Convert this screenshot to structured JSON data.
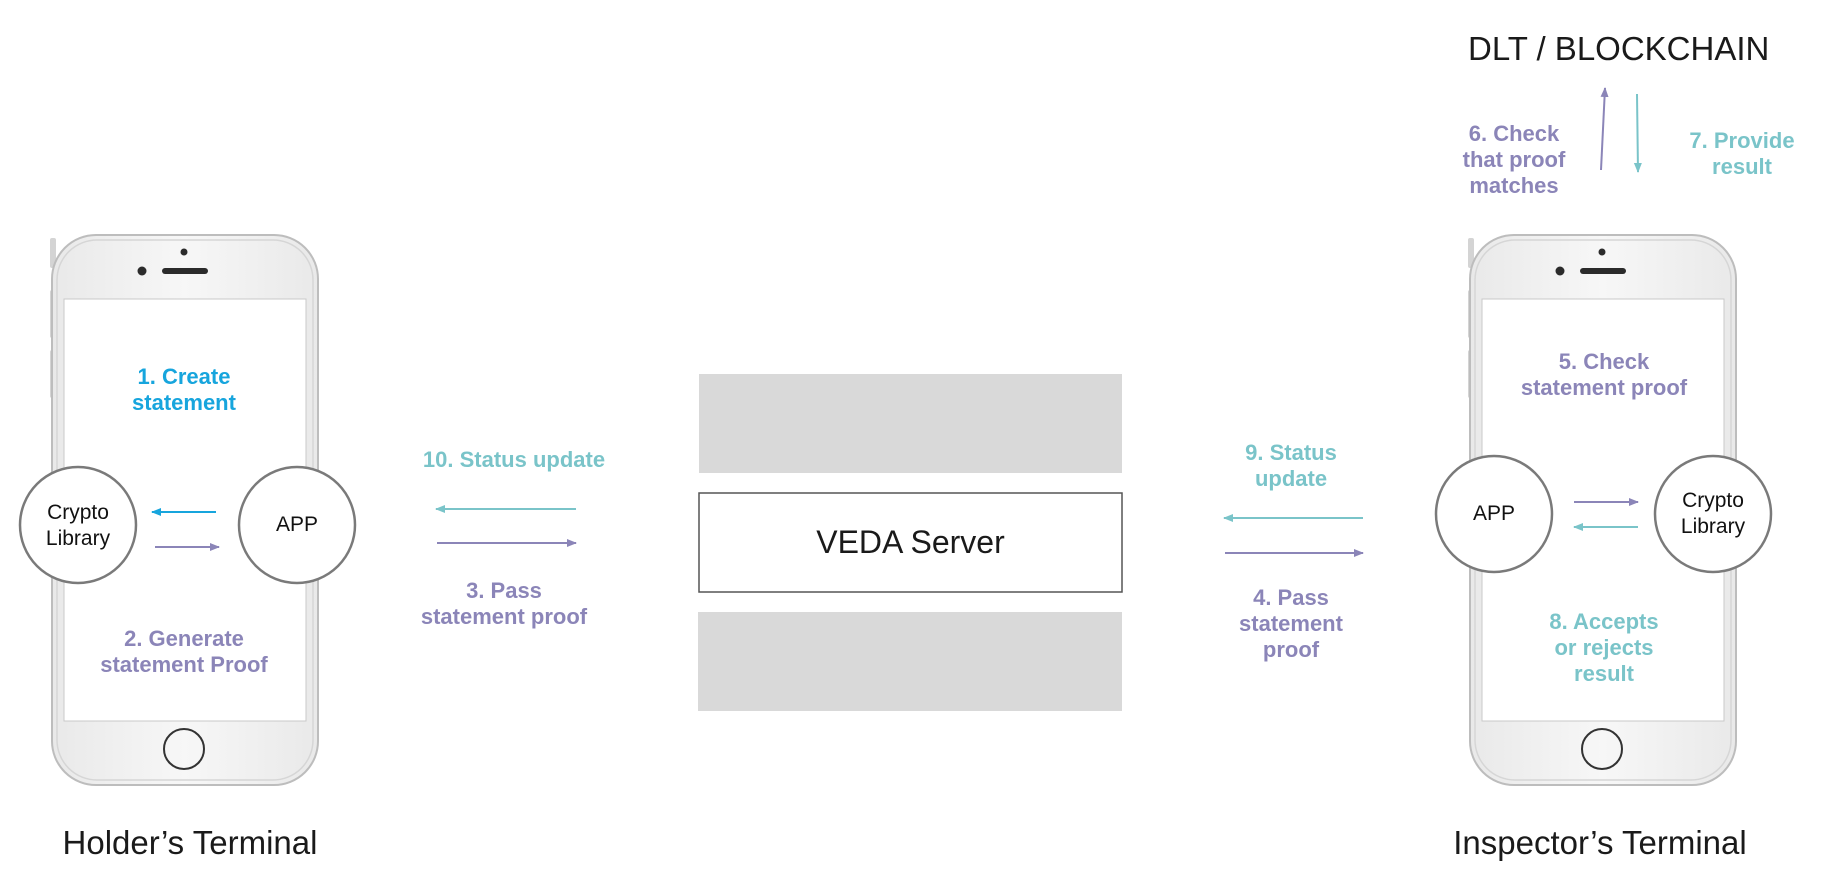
{
  "colors": {
    "purple": "#8b85b8",
    "teal": "#7ac4c9",
    "blue": "#17a5dd",
    "gray_box": "#d9d9d9"
  },
  "titles": {
    "blockchain": "DLT / BLOCKCHAIN",
    "holder_terminal": "Holder’s Terminal",
    "inspector_terminal": "Inspector’s Terminal"
  },
  "server": {
    "label": "VEDA Server"
  },
  "holder": {
    "step1": "1. Create\nstatement",
    "step2": "2. Generate\nstatement Proof",
    "crypto": "Crypto\nLibrary",
    "app": "APP"
  },
  "inspector": {
    "step5": "5. Check\nstatement proof",
    "step8": "8. Accepts\nor rejects\nresult",
    "crypto": "Crypto\nLibrary",
    "app": "APP"
  },
  "steps": {
    "step3": "3. Pass\nstatement proof",
    "step4": "4. Pass\nstatement\nproof",
    "step6": "6. Check\nthat proof\nmatches",
    "step7": "7. Provide\nresult",
    "step9": "9. Status\nupdate",
    "step10": "10. Status update"
  }
}
